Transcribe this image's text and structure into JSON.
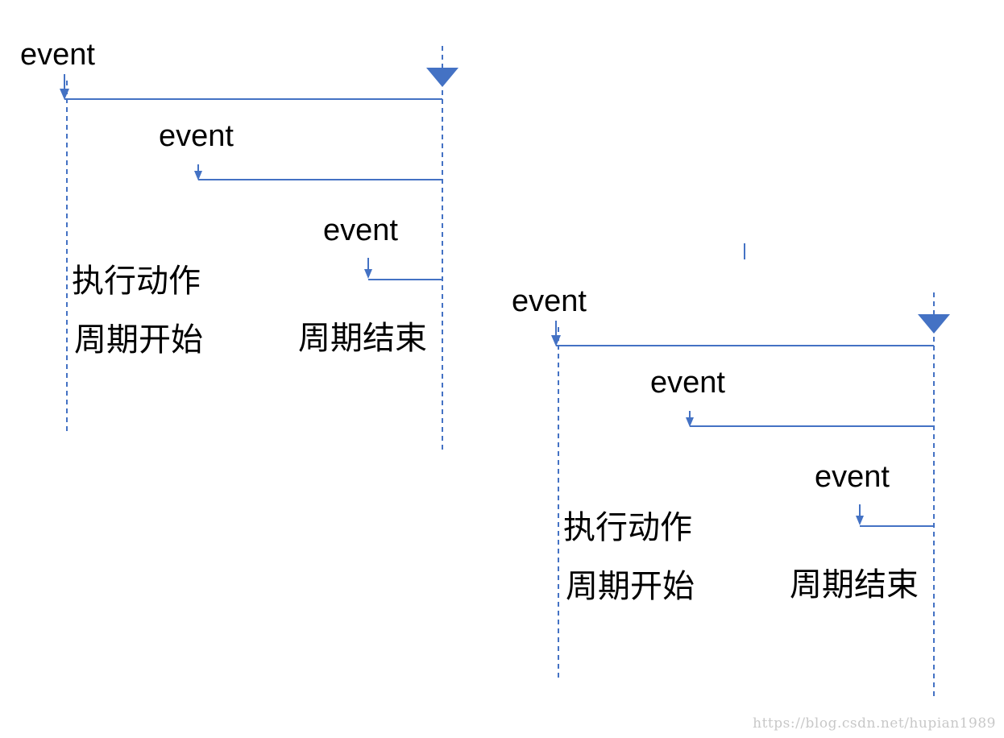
{
  "diagrams": [
    {
      "events": [
        "event",
        "event",
        "event"
      ],
      "action_label": "执行动作",
      "start_label": "周期开始",
      "end_label": "周期结束"
    },
    {
      "events": [
        "event",
        "event",
        "event"
      ],
      "action_label": "执行动作",
      "start_label": "周期开始",
      "end_label": "周期结束"
    }
  ],
  "watermark": "https://blog.csdn.net/hupian1989",
  "colors": {
    "line": "#4472c4",
    "text": "#000000",
    "watermark": "#c8c8c8"
  }
}
